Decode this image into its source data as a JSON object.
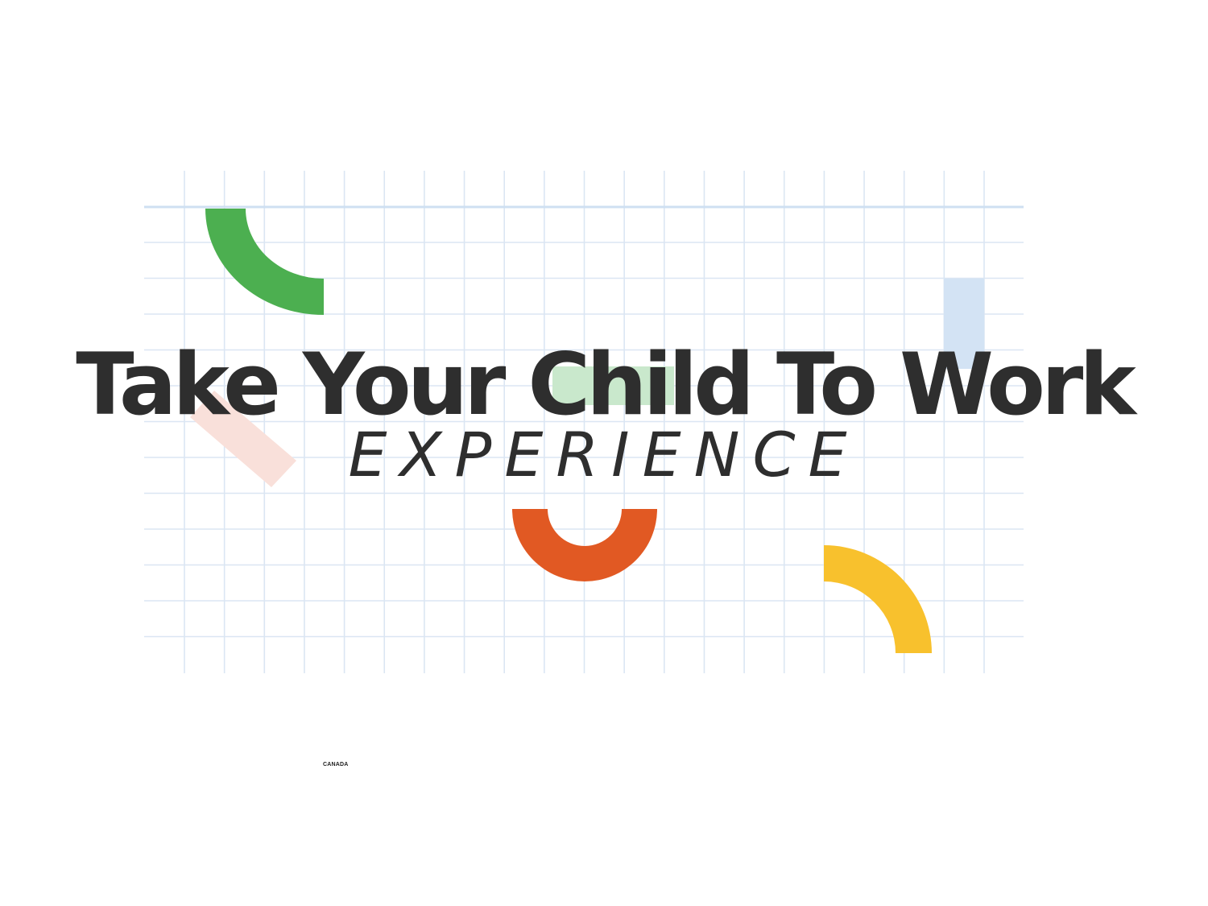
{
  "title": "Take Your Child To Work",
  "subtitle": "EXPERIENCE",
  "footer": {
    "label": "CANADA"
  },
  "colors": {
    "grid": "#dbe6f3",
    "grid_top": "#cfe0f2",
    "green": "#4caf50",
    "light_blue": "#d3e3f4",
    "light_green": "#c9e8cc",
    "pink": "#f9e0da",
    "orange": "#e15923",
    "yellow": "#f8c12d",
    "text": "#2e2e2e"
  }
}
